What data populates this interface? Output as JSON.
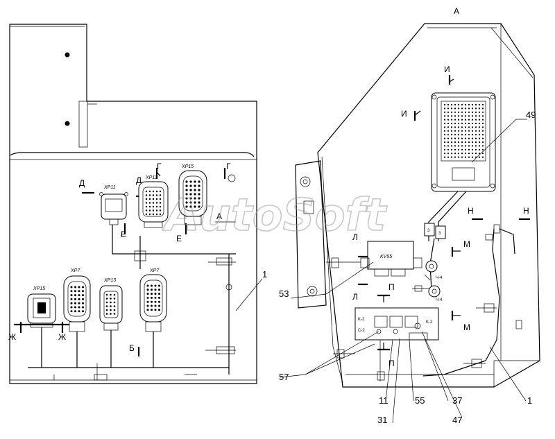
{
  "view_labels": {
    "main_view": "А",
    "sections": [
      "Г",
      "Г",
      "Д",
      "Д",
      "Е",
      "Е",
      "Ж",
      "Ж",
      "Б",
      "А",
      "И",
      "И",
      "Н",
      "Н",
      "М",
      "М",
      "Л",
      "Л",
      "П",
      "П"
    ]
  },
  "connectors": {
    "xp11": "XP11",
    "xp12": "XP12",
    "xp15_top": "XP15",
    "xp15_left": "XP15",
    "xp7_a": "XP7",
    "xp13": "XP13",
    "xp7_b": "XP7"
  },
  "components": {
    "relay": "KV55",
    "k2_upper": "K-2",
    "k2_lower": "K-2",
    "c2": "C-2",
    "ch4_a": "Ч-4",
    "ch4_b": "Ч-4",
    "fuse_a": "3",
    "fuse_b": "3"
  },
  "callouts": {
    "n1_left": "1",
    "n1_right": "1",
    "n49": "49",
    "n53": "53",
    "n57": "57",
    "n11": "11",
    "n31": "31",
    "n55": "55",
    "n37": "37",
    "n47": "47"
  },
  "watermark": "AutoSoft"
}
